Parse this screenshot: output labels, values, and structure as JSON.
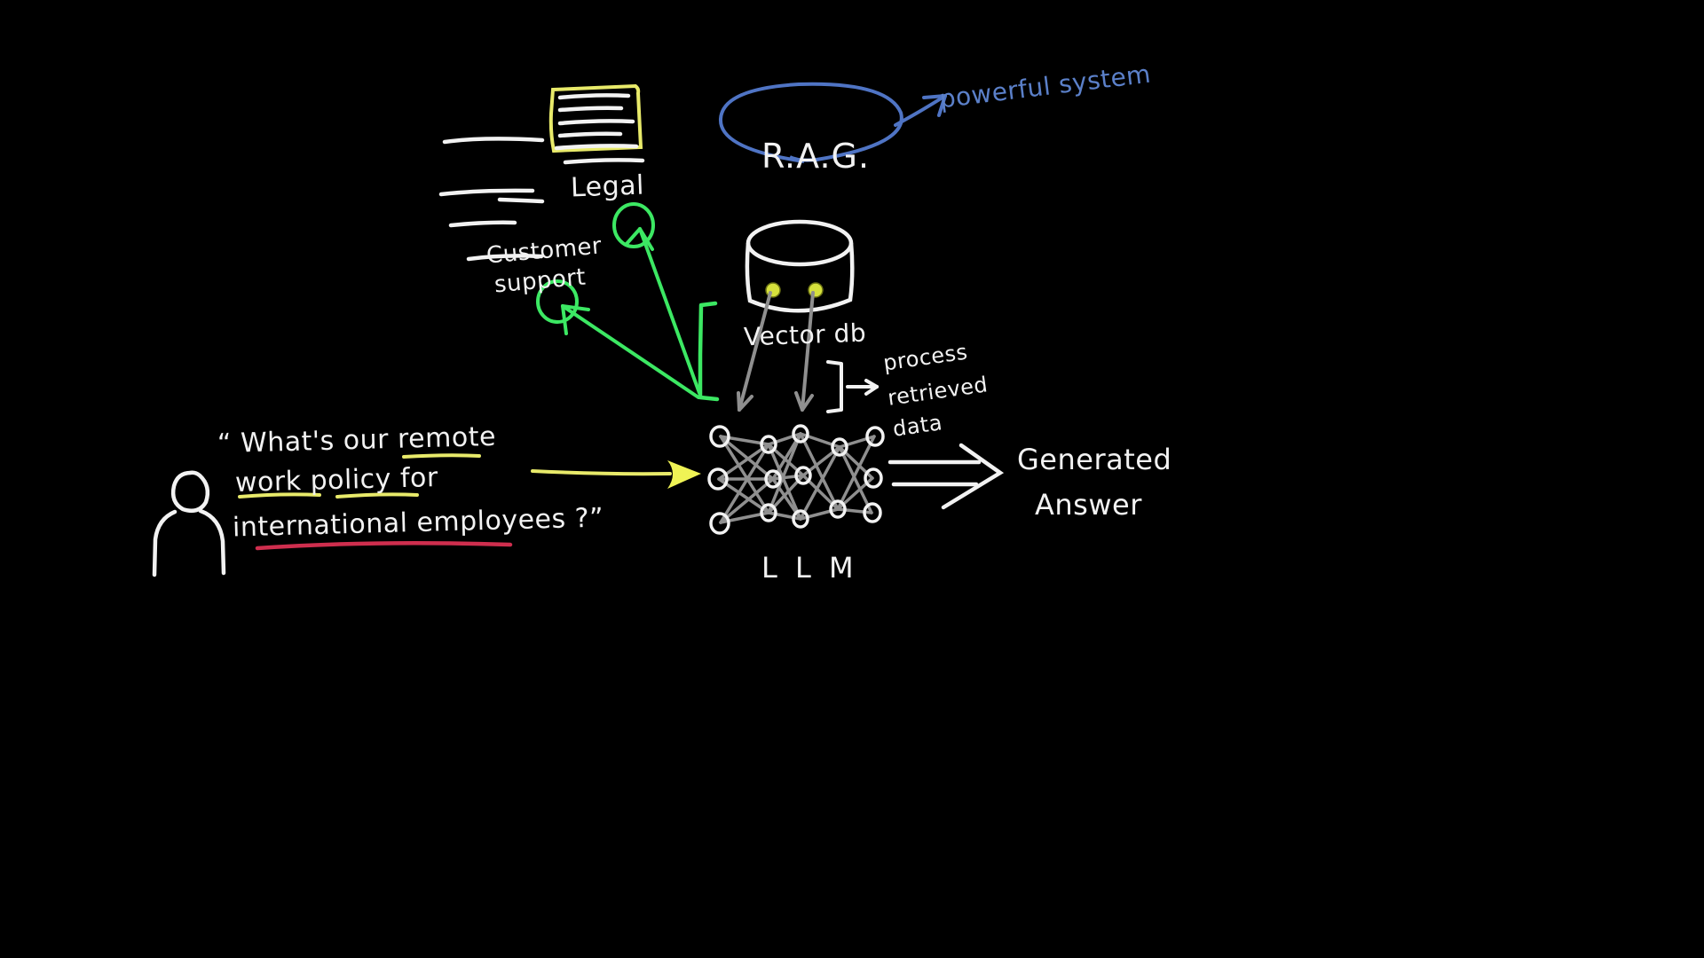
{
  "board": {
    "background_color": "#000000",
    "title": "RAG whiteboard sketch"
  },
  "palette": {
    "ink_white": "#f2f2f2",
    "ink_blue": "#5b80c9",
    "ink_green": "#3ce863",
    "ink_yellow": "#eff355",
    "ink_gray": "#8f8f8f",
    "ink_red": "#cf2e4e",
    "dot_yellow": "#d6e13c"
  },
  "labels": {
    "rag": "R.A.G.",
    "powerful_system": "powerful system",
    "legal": "Legal",
    "customer_support_line1": "Customer",
    "customer_support_line2": "support",
    "vector_db": "Vector db",
    "process_line1": "process",
    "process_line2": "retrieved",
    "process_line3": "data",
    "llm": "L L M",
    "generated_line1": "Generated",
    "generated_line2": "Answer"
  },
  "question": {
    "line1": "“ What's our remote",
    "line2": "work policy for",
    "line3": "international employees ?”",
    "underlines": [
      {
        "word": "remote",
        "color": "#e8ea6a"
      },
      {
        "word": "work",
        "color": "#e8ea6a"
      },
      {
        "word": "international",
        "color": "#e8ea6a"
      },
      {
        "word": "full-last-line",
        "color": "#cf2e4e"
      }
    ]
  },
  "nodes": {
    "document_box_color": "#e8ea6a",
    "document_line_count": 6,
    "loose_line_count": 5,
    "vector_db_dot_count": 2,
    "llm": {
      "layer_sizes": [
        3,
        3,
        3,
        3
      ],
      "node_color": "#f2f2f2",
      "edge_color": "#8f8f8f"
    }
  },
  "arrows": {
    "rag_to_powerful_system": {
      "color": "#4f74c4",
      "style": "curved-open"
    },
    "bracket_to_legal": {
      "color": "#3ce863",
      "style": "straight-open"
    },
    "bracket_to_customer_support": {
      "color": "#3ce863",
      "style": "straight-open"
    },
    "vector_db_to_llm_left": {
      "color": "#8f8f8f",
      "style": "straight-open"
    },
    "vector_db_to_llm_right": {
      "color": "#8f8f8f",
      "style": "straight-open"
    },
    "bracket_to_process": {
      "color": "#f2f2f2",
      "style": "straight-open"
    },
    "question_to_llm": {
      "color": "#eff355",
      "style": "straight-filled"
    },
    "llm_to_generated_answer": {
      "color": "#f2f2f2",
      "style": "double-line-open"
    }
  }
}
